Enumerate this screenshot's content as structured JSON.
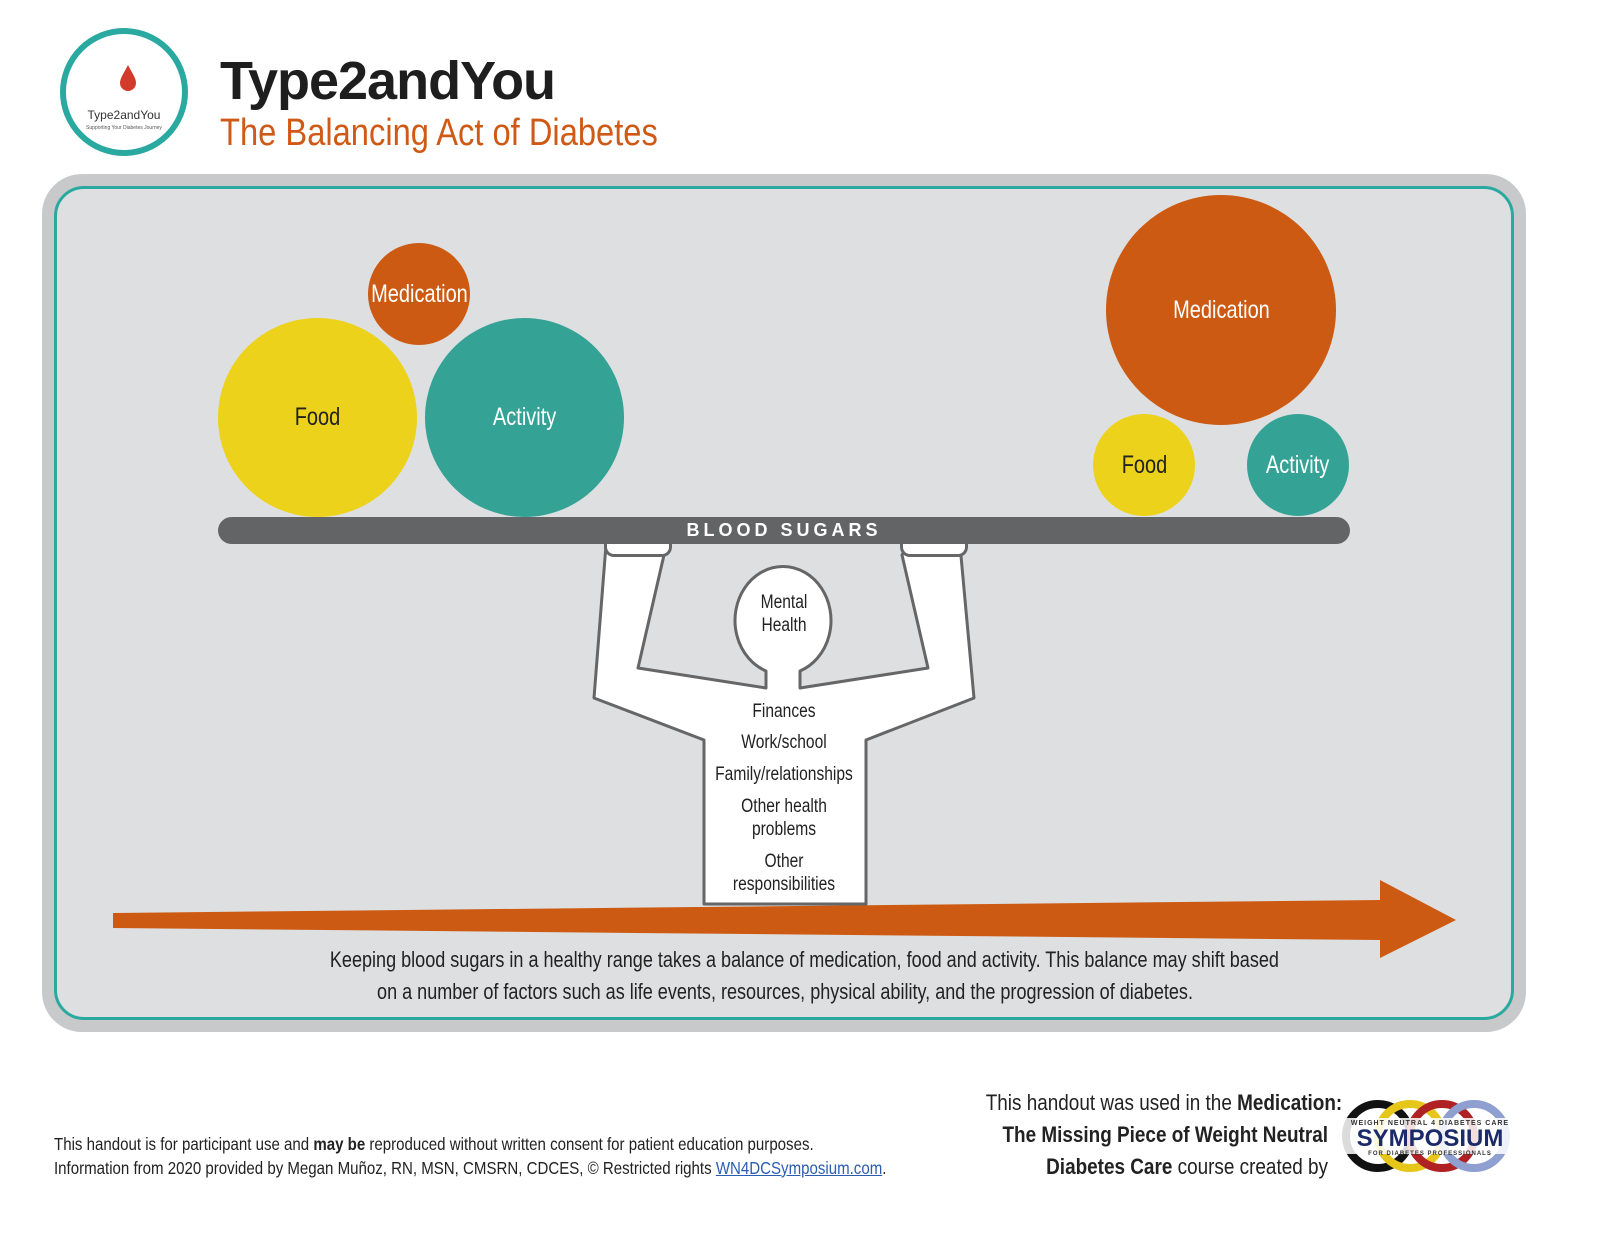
{
  "header": {
    "logo_name": "Type2andYou",
    "logo_tagline": "Supporting Your Diabetes Journey",
    "title": "Type2andYou",
    "subtitle": "The Balancing Act of Diabetes"
  },
  "colors": {
    "teal": "#34a396",
    "orange": "#cd5a12",
    "yellow": "#ecd21a",
    "bar": "#636466",
    "accent_border": "#2aa9a0"
  },
  "diagram": {
    "left_group": {
      "medication": "Medication",
      "food": "Food",
      "activity": "Activity"
    },
    "right_group": {
      "medication": "Medication",
      "food": "Food",
      "activity": "Activity"
    },
    "bar_label": "BLOOD SUGARS",
    "head_label": [
      "Mental",
      "Health"
    ],
    "body_items": [
      "Finances",
      "Work/school",
      "Family/relationships",
      "Other health problems",
      "Other responsibilities"
    ],
    "caption_line1": "Keeping blood sugars in a healthy range takes a balance of medication, food and activity.  This balance may shift based",
    "caption_line2": "on a number of factors such as life events, resources, physical ability, and the progression of diabetes."
  },
  "footer": {
    "left_line1_pre": "This handout is for participant use and ",
    "left_line1_bold": "may be",
    "left_line1_post": " reproduced without written consent for patient education purposes.",
    "left_line2": "Information from 2020 provided by Megan Muñoz, RN, MSN, CMSRN, CDCES, © Restricted rights ",
    "left_link": "WN4DCSymposium.com",
    "left_link_after": ".",
    "right_line1_pre": "This handout was used in the ",
    "right_line1_bold": "Medication:",
    "right_line2_bold": "The Missing Piece of Weight Neutral",
    "right_line3_bold": "Diabetes Care",
    "right_line3_post": " course created by",
    "symposium_top": "WEIGHT NEUTRAL 4 DIABETES CARE",
    "symposium_main": "SYMPOSIUM",
    "symposium_bottom": "FOR DIABETES PROFESSIONALS"
  }
}
